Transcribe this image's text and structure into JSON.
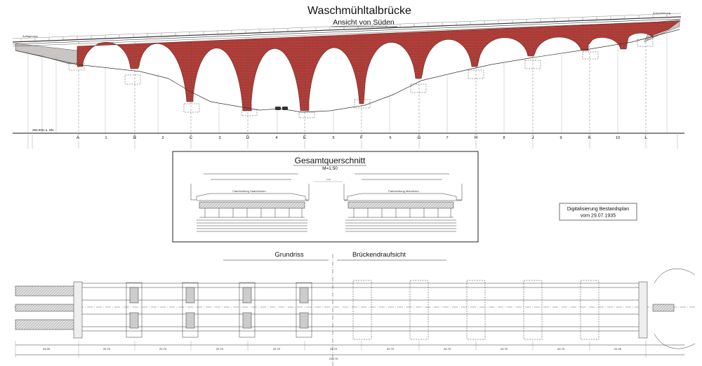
{
  "title": "Waschmühltalbrücke",
  "subtitle": "Ansicht von Süden",
  "elevation": {
    "datum": "250.00m ü. NN.",
    "pier_labels": [
      "A",
      "B",
      "C",
      "D",
      "E",
      "F",
      "G",
      "H",
      "J",
      "K",
      "L"
    ],
    "span_numbers": [
      "1",
      "2",
      "3",
      "4",
      "5",
      "6",
      "7",
      "8",
      "9",
      "10"
    ],
    "annotation_left": "Auflagerung",
    "annotation_right": "Ausschiebung"
  },
  "cross_section": {
    "title": "Gesamtquerschnitt",
    "scale": "M=1:50",
    "left_label": "Fahrtrichtung Saarbrücken",
    "right_label": "Fahrtrichtung Mannheim",
    "center_dim": "2.00"
  },
  "note": {
    "line1": "Digitalisierung Bestandsplan",
    "line2": "vom 29.07.1935"
  },
  "plan": {
    "left_title": "Grundriss",
    "right_title": "Brückendraufsicht",
    "span_dims": [
      "24.30",
      "22.70",
      "22.70",
      "22.70",
      "22.70",
      "22.70",
      "22.70",
      "22.70",
      "22.70",
      "22.70",
      "22.20"
    ],
    "total_dim": "216.70"
  },
  "colors": {
    "masonry": "#b5413c",
    "masonry_dark": "#8e2f2c",
    "abutment": "#b9b6b4",
    "line": "#2a2a2a"
  }
}
